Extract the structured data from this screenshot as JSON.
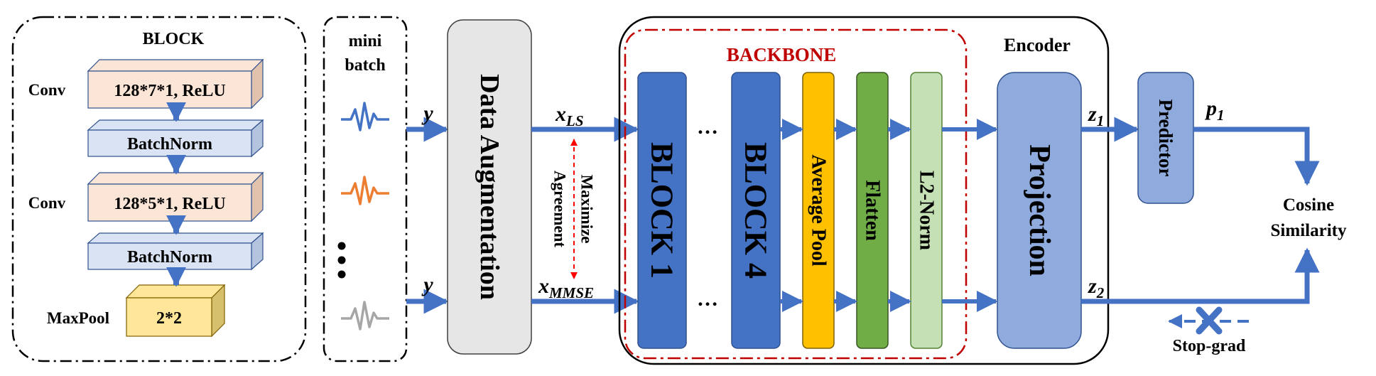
{
  "block_panel": {
    "title": "BLOCK",
    "conv1_label": "Conv",
    "conv1_text": "128*7*1, ReLU",
    "bn1_text": "BatchNorm",
    "conv2_label": "Conv",
    "conv2_text": "128*5*1, ReLU",
    "bn2_text": "BatchNorm",
    "pool_label": "MaxPool",
    "pool_text": "2*2"
  },
  "minibatch": {
    "title_line1": "mini",
    "title_line2": "batch",
    "ellipsis": "•\n•\n•"
  },
  "input_label_top": "y",
  "input_label_bottom": "y",
  "augmentation": "Data Augmentation",
  "view_top": {
    "base": "x",
    "sub": "LS"
  },
  "view_bottom": {
    "base": "x",
    "sub": "MMSE"
  },
  "maximize": {
    "line1": "Maximize",
    "line2": "Agreement"
  },
  "backbone_title": "BACKBONE",
  "encoder_title": "Encoder",
  "blocks": {
    "block1": "BLOCK 1",
    "block4": "BLOCK 4",
    "ellipsis": "…",
    "avgpool": "Average Pool",
    "flatten": "Flatten",
    "l2norm": "L2-Norm",
    "projection": "Projection"
  },
  "predictor": "Predictor",
  "z1": {
    "base": "z",
    "sub": "1"
  },
  "z2": {
    "base": "z",
    "sub": "2"
  },
  "p1": {
    "base": "p",
    "sub": "1"
  },
  "cosine": {
    "line1": "Cosine",
    "line2": "Similarity"
  },
  "stopgrad": "Stop-grad",
  "colors": {
    "arrow_blue": "#4472c4",
    "block_dark_blue": "#4472c4",
    "avgpool_yellow": "#ffc000",
    "flatten_green": "#70ad47",
    "l2norm_light_green": "#c5e0b4",
    "projection_blue": "#8faadc",
    "conv_peach": "#fbe5d6",
    "bn_light_blue": "#dae3f3",
    "pool_yellow": "#ffe699",
    "backbone_red": "#c00000",
    "aug_grey": "#e7e6e6",
    "wave_blue": "#4472c4",
    "wave_orange": "#ed7d31",
    "wave_grey": "#a6a6a6"
  }
}
